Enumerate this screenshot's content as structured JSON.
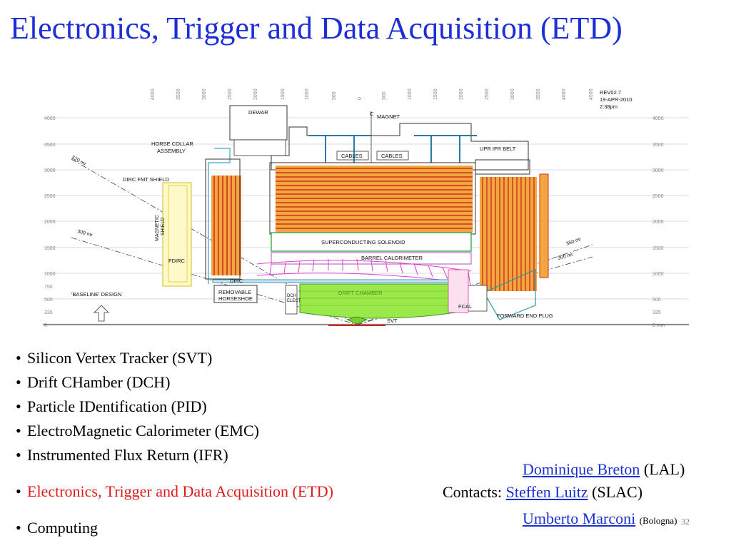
{
  "title": "Electronics, Trigger and Data Acquisition (ETD)",
  "diagram": {
    "rev": "REV02.7",
    "date": "19-APR-2010",
    "time": "2:38pm",
    "labels": {
      "dewar": "DEWAR",
      "magnet": "MAGNET",
      "cl": "C",
      "horse_collar": "HORSE COLLAR",
      "assembly": "ASSEMBLY",
      "cables1": "CABLES",
      "cables2": "CABLES",
      "upr_ifr": "UPR IFR BELT",
      "dirc_fmt": "DIRC FMT SHIELD",
      "mag_shield1": "MAGNETIC",
      "mag_shield2": "SHIELD",
      "solenoid": "SUPERCONDUCTING SOLENOID",
      "barrel_cal": "BARREL CALORIMETER",
      "fdirc": "FDIRC",
      "dirc": "DIRC",
      "baseline": "'BASELINE' DESIGN",
      "removable": "REMOVABLE",
      "horseshoe": "HORSESHOE",
      "dch": "DCH",
      "elect": "ELECT",
      "drift": "DRIFT CHAMBER",
      "fcal": "FCAL",
      "fwd_end": "FORWARD END PLUG",
      "svt": "SVT",
      "mr520": "520 mr",
      "mr300": "300 mr",
      "mr350": "350 mr",
      "mr300b": "300 mr",
      "mm": "0 mm"
    },
    "y_ticks": [
      "4000",
      "3500",
      "3000",
      "2500",
      "2000",
      "1500",
      "1000",
      "750",
      "500",
      "335",
      "0"
    ],
    "y_ticks_right": [
      "4000",
      "3500",
      "3000",
      "2500",
      "2000",
      "1500",
      "1000",
      "500",
      "335"
    ],
    "x_ticks": [
      "4000",
      "3500",
      "3000",
      "2500",
      "2000",
      "1900",
      "1000",
      "500",
      "0",
      "500",
      "1000",
      "1500",
      "2000",
      "2500",
      "3000",
      "3500",
      "4000",
      "4500"
    ]
  },
  "bullets": [
    "Silicon Vertex Tracker (SVT)",
    "Drift CHamber (DCH)",
    "Particle IDentification (PID)",
    "ElectroMagnetic Calorimeter (EMC)",
    "Instrumented Flux Return (IFR)",
    "Electronics, Trigger and Data Acquisition (ETD)",
    "Computing"
  ],
  "bullet_symbol": "•",
  "contacts": {
    "label": "Contacts:",
    "people": [
      {
        "name": "Dominique Breton",
        "affil": "(LAL)"
      },
      {
        "name": "Steffen Luitz",
        "affil": "(SLAC)"
      },
      {
        "name": "Umberto Marconi",
        "affil": "(Bologna)"
      }
    ]
  },
  "page_number": "32",
  "colors": {
    "title": "#1c2fd6",
    "highlight": "#e01b1b",
    "link": "#1a2fd0"
  }
}
